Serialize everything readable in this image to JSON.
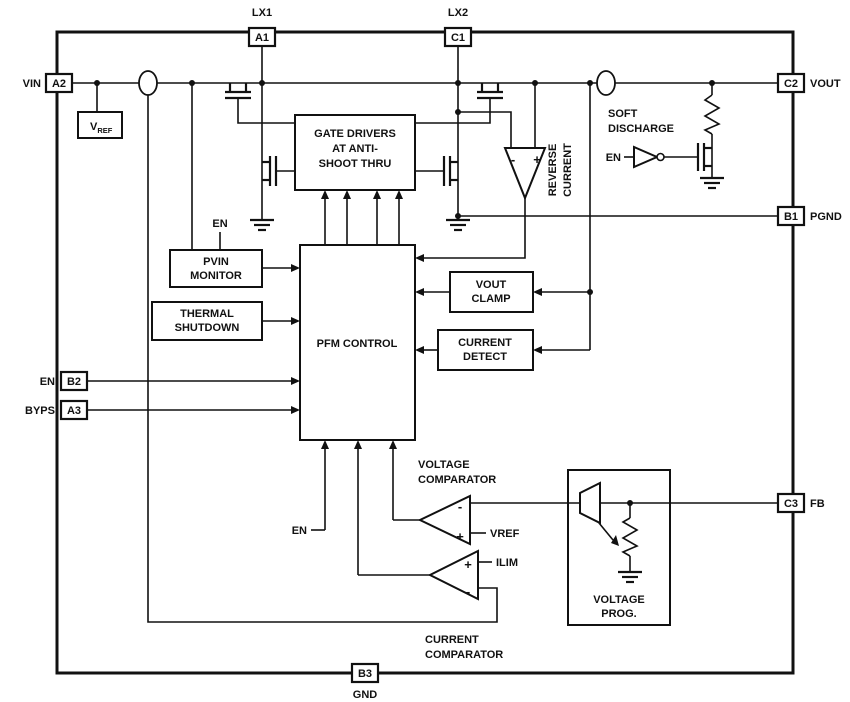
{
  "colors": {
    "line": "#111111",
    "background": "#ffffff"
  },
  "pins": {
    "lx1": {
      "pad": "A1",
      "label": "LX1"
    },
    "lx2": {
      "pad": "C1",
      "label": "LX2"
    },
    "vin": {
      "pad": "A2",
      "label": "VIN"
    },
    "en": {
      "pad": "B2",
      "label": "EN"
    },
    "byps": {
      "pad": "A3",
      "label": "BYPS"
    },
    "vout": {
      "pad": "C2",
      "label": "VOUT"
    },
    "pgnd": {
      "pad": "B1",
      "label": "PGND"
    },
    "fb": {
      "pad": "C3",
      "label": "FB"
    },
    "gnd": {
      "pad": "B3",
      "label": "GND"
    }
  },
  "blocks": {
    "vref": {
      "main": "V",
      "sub": "REF"
    },
    "gate_drivers": {
      "line1": "GATE DRIVERS",
      "line2": "AT ANTI-",
      "line3": "SHOOT THRU"
    },
    "pvin_monitor": {
      "line1": "PVIN",
      "line2": "MONITOR"
    },
    "thermal_shutdown": {
      "line1": "THERMAL",
      "line2": "SHUTDOWN"
    },
    "pfm_control": {
      "line1": "PFM CONTROL"
    },
    "vout_clamp": {
      "line1": "VOUT",
      "line2": "CLAMP"
    },
    "current_detect": {
      "line1": "CURRENT",
      "line2": "DETECT"
    },
    "reverse_current": {
      "line1": "REVERSE",
      "line2": "CURRENT"
    },
    "soft_discharge": {
      "line1": "SOFT",
      "line2": "DISCHARGE"
    },
    "voltage_comparator": {
      "line1": "VOLTAGE",
      "line2": "COMPARATOR"
    },
    "current_comparator": {
      "line1": "CURRENT",
      "line2": "COMPARATOR"
    },
    "voltage_prog": {
      "line1": "VOLTAGE",
      "line2": "PROG."
    }
  },
  "signals": {
    "en": "EN",
    "vref": "VREF",
    "ilim": "ILIM",
    "plus": "+",
    "minus": "-"
  }
}
